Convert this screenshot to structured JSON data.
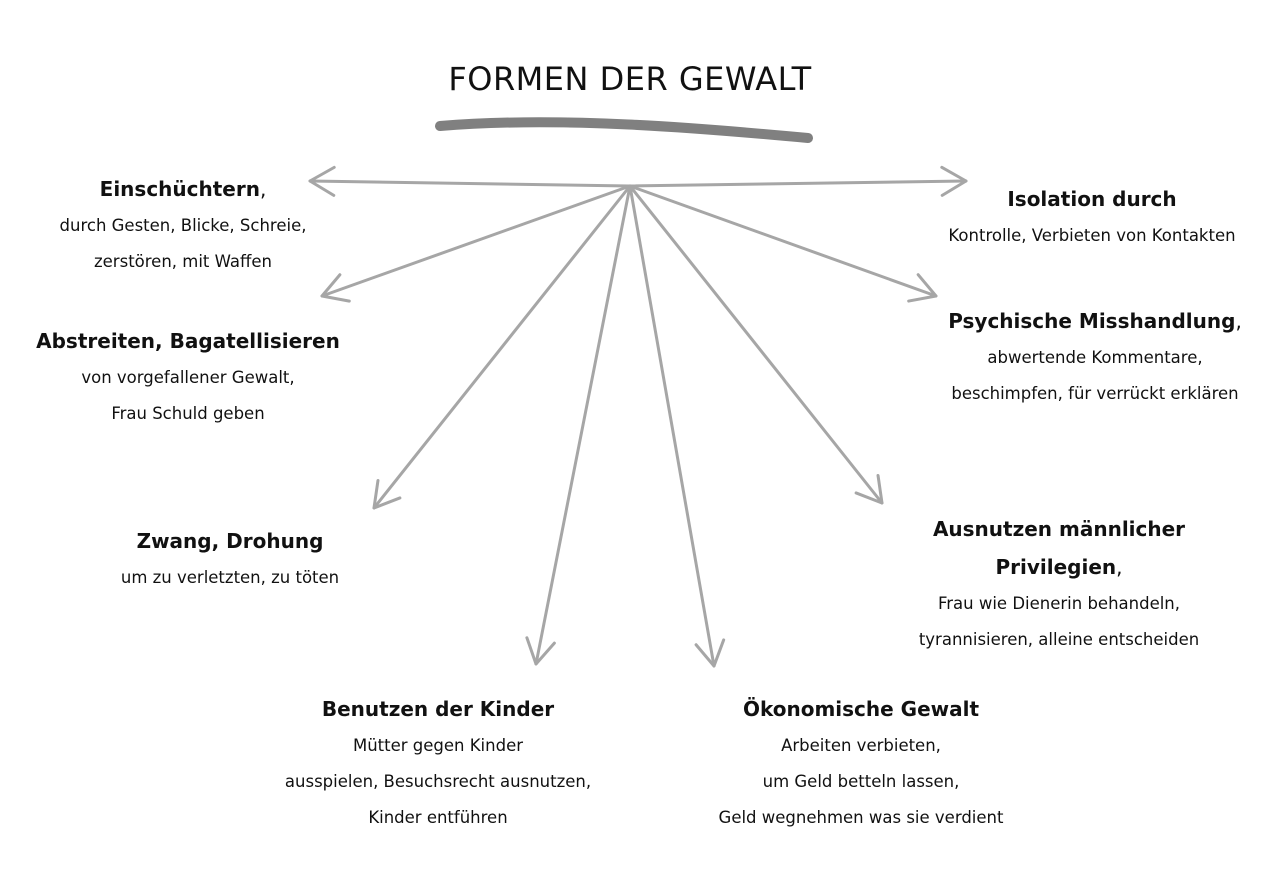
{
  "title": "FORMEN DER GEWALT",
  "colors": {
    "arrow": "#a6a6a6",
    "underline": "#808080",
    "text": "#111111"
  },
  "items": {
    "einschuechtern": {
      "head": "Einschüchtern",
      "trail": ",",
      "lines": [
        "durch Gesten, Blicke, Schreie,",
        "zerstören, mit Waffen"
      ]
    },
    "isolation": {
      "head": "Isolation durch",
      "trail": "",
      "lines": [
        "Kontrolle, Verbieten von Kontakten"
      ]
    },
    "abstreiten": {
      "head": "Abstreiten, Bagatellisieren",
      "trail": "",
      "lines": [
        "von vorgefallener Gewalt,",
        "Frau Schuld geben"
      ]
    },
    "psychische": {
      "head": "Psychische Misshandlung",
      "trail": ",",
      "lines": [
        "abwertende Kommentare,",
        "beschimpfen, für verrückt erklären"
      ]
    },
    "zwang": {
      "head": "Zwang, Drohung",
      "trail": "",
      "lines": [
        "um zu verletzten, zu töten"
      ]
    },
    "ausnutzen": {
      "head": "Ausnutzen männlicher",
      "head2": "Privilegien",
      "trail": ",",
      "lines": [
        "Frau wie Dienerin behandeln,",
        "tyrannisieren, alleine entscheiden"
      ]
    },
    "kinder": {
      "head": "Benutzen der Kinder",
      "trail": "",
      "lines": [
        "Mütter gegen Kinder",
        "ausspielen, Besuchsrecht ausnutzen,",
        "Kinder entführen"
      ]
    },
    "oekonomisch": {
      "head": "Ökonomische Gewalt",
      "trail": "",
      "lines": [
        "Arbeiten verbieten,",
        "um Geld betteln lassen,",
        "Geld wegnehmen was sie verdient"
      ]
    }
  }
}
